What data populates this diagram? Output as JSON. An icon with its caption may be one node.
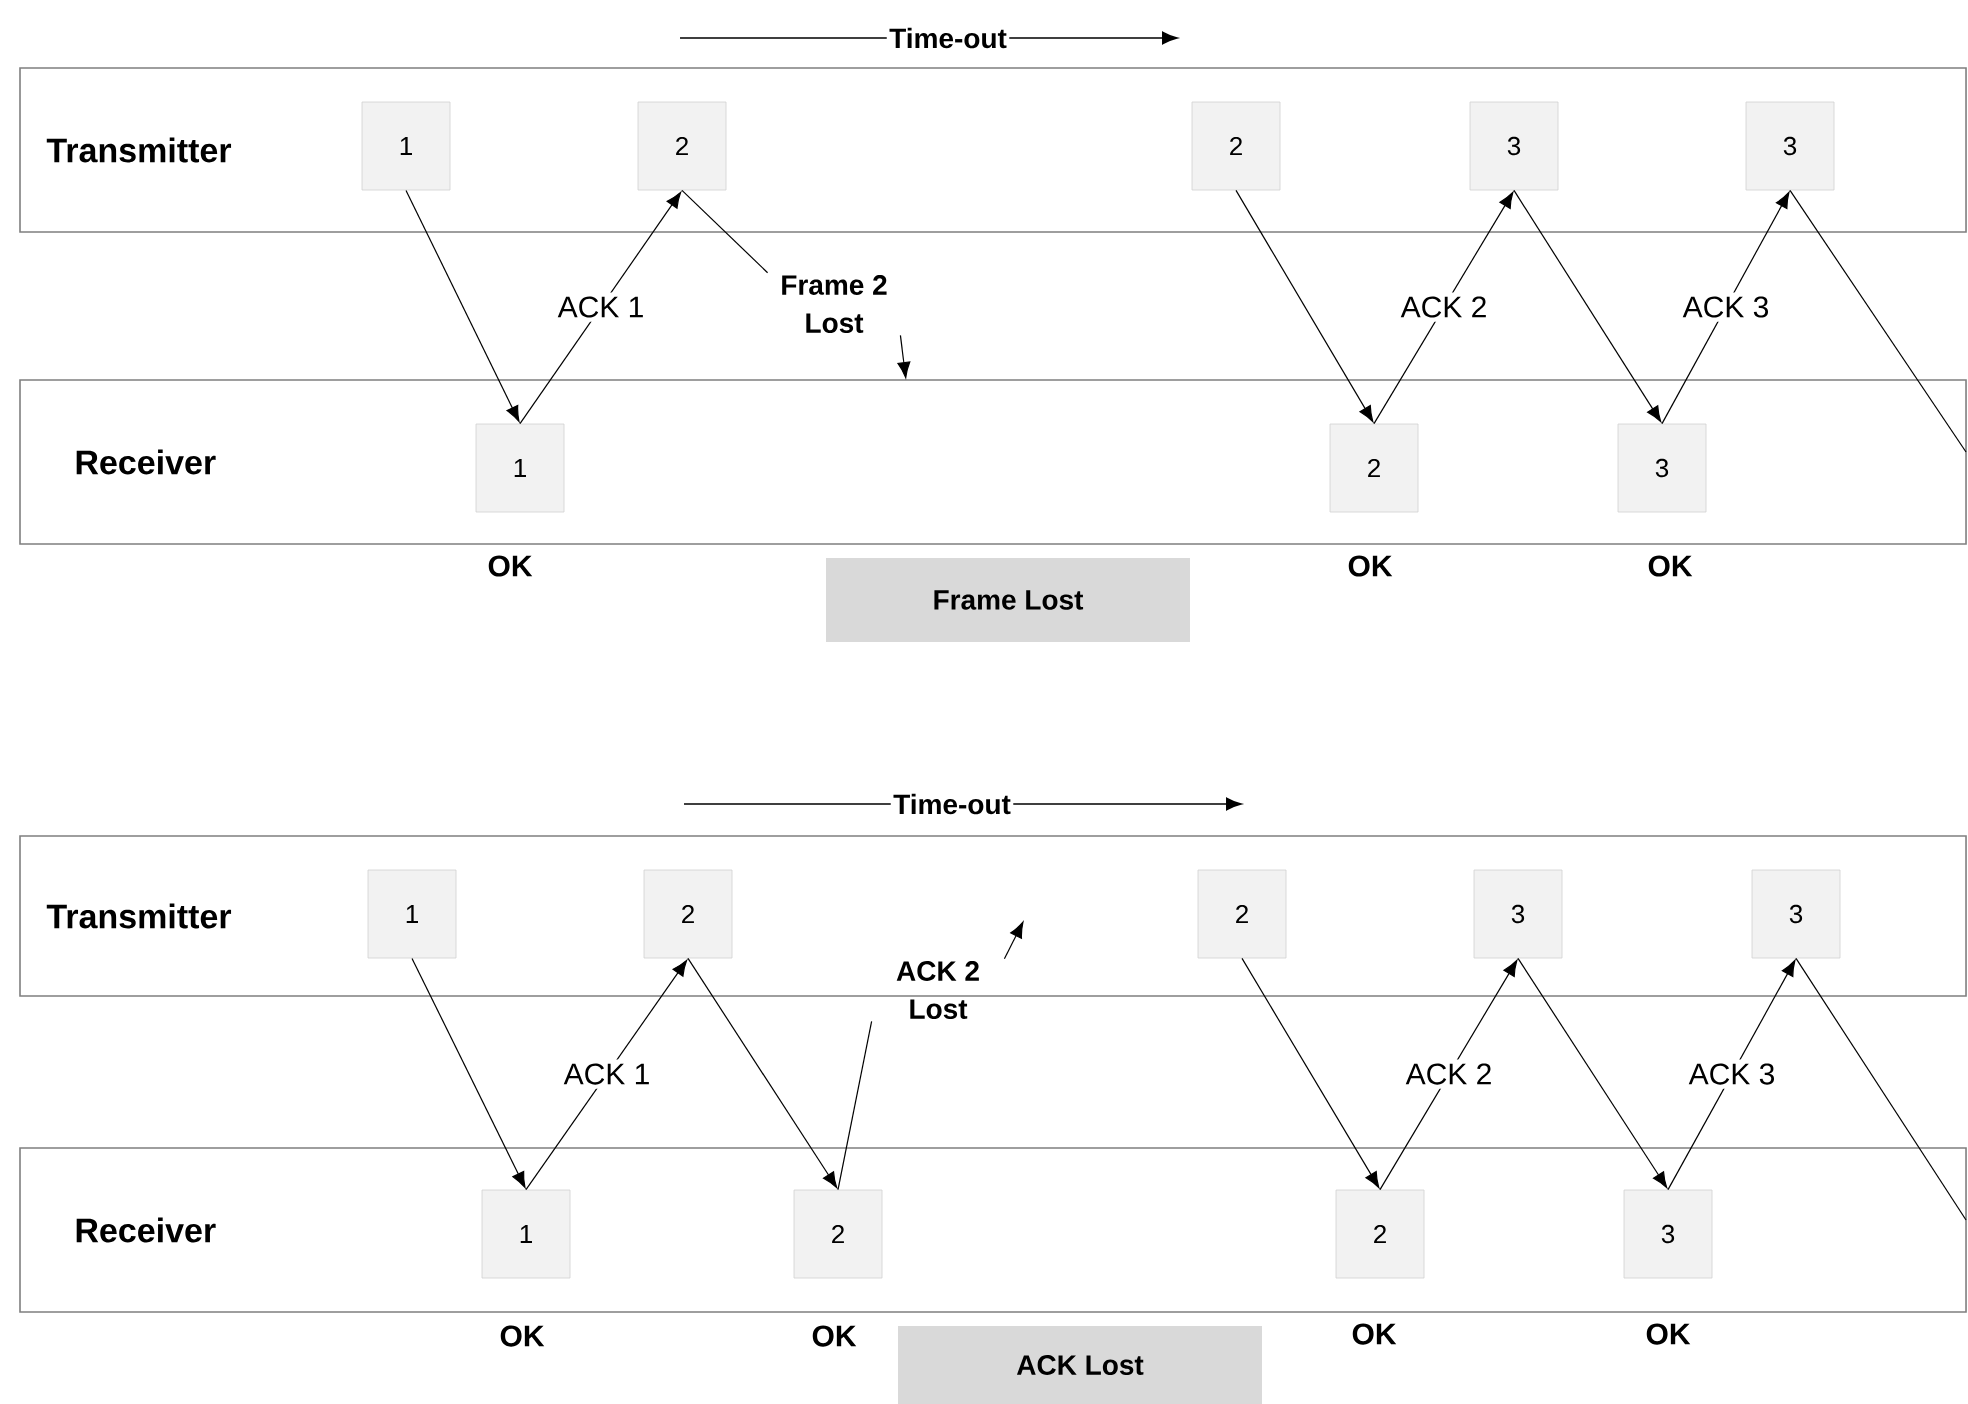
{
  "diagram": {
    "nodes": [
      {
        "text": [
          "Transmitter"
        ]
      },
      {
        "text": [
          "1"
        ],
        "in": 0
      },
      {
        "text": [
          "2"
        ],
        "in": 0
      },
      {
        "text": [
          "2"
        ],
        "in": 0
      },
      {
        "text": [
          "3"
        ],
        "in": 0
      },
      {
        "text": [
          "3"
        ],
        "in": 0
      },
      {
        "text": [
          "Receiver"
        ]
      },
      {
        "text": [
          "1"
        ],
        "in": 6,
        "beside": [
          "OK"
        ]
      },
      {
        "text": [
          "2"
        ],
        "in": 6,
        "beside": [
          "OK"
        ]
      },
      {
        "text": [
          "3"
        ],
        "in": 6,
        "beside": [
          "OK"
        ]
      },
      {
        "text": [
          "Frame 2 Lost"
        ]
      },
      {
        "text": [
          "Frame Lost"
        ]
      },
      {
        "text": [
          "Transmitter"
        ]
      },
      {
        "text": [
          "1"
        ],
        "in": 12
      },
      {
        "text": [
          "2"
        ],
        "in": 12
      },
      {
        "text": [
          "2"
        ],
        "in": 12
      },
      {
        "text": [
          "3"
        ],
        "in": 12
      },
      {
        "text": [
          "3"
        ],
        "in": 12
      },
      {
        "text": [
          "Receiver"
        ]
      },
      {
        "text": [
          "1"
        ],
        "in": 18,
        "beside": [
          "OK"
        ]
      },
      {
        "text": [
          "2"
        ],
        "in": 18,
        "beside": [
          "OK"
        ]
      },
      {
        "text": [
          "2"
        ],
        "in": 18,
        "beside": [
          "OK"
        ]
      },
      {
        "text": [
          "3"
        ],
        "in": 18,
        "beside": [
          "OK"
        ]
      },
      {
        "text": [
          "ACK 2 Lost"
        ]
      },
      {
        "text": [
          "ACK Lost"
        ]
      }
    ],
    "edges": [
      {
        "from": 1,
        "to": 7,
        "arrow": "to"
      },
      {
        "from": 7,
        "to": 2,
        "arrow": "to",
        "label": "ACK 1"
      },
      {
        "from": 2,
        "to": 10,
        "arrow": "none"
      },
      {
        "from": 10,
        "to": 6,
        "arrow": "to"
      },
      {
        "from": 3,
        "to": 8,
        "arrow": "to"
      },
      {
        "from": 8,
        "to": 4,
        "arrow": "to",
        "label": "ACK 2"
      },
      {
        "from": 4,
        "to": 9,
        "arrow": "to"
      },
      {
        "from": 9,
        "to": 5,
        "arrow": "to",
        "label": "ACK 3"
      },
      {
        "from": 5,
        "to": 6,
        "arrow": "none"
      },
      {
        "from": 13,
        "to": 19,
        "arrow": "to"
      },
      {
        "from": 19,
        "to": 14,
        "arrow": "to",
        "label": "ACK 1"
      },
      {
        "from": 14,
        "to": 20,
        "arrow": "to"
      },
      {
        "from": 20,
        "to": 23,
        "arrow": "none"
      },
      {
        "from": 23,
        "to": null,
        "arrow": "to"
      },
      {
        "from": 15,
        "to": 21,
        "arrow": "to"
      },
      {
        "from": 21,
        "to": 16,
        "arrow": "to",
        "label": "ACK 2"
      },
      {
        "from": 16,
        "to": 22,
        "arrow": "to"
      },
      {
        "from": 22,
        "to": 17,
        "arrow": "to",
        "label": "ACK 3"
      },
      {
        "from": 17,
        "to": 18,
        "arrow": "none"
      }
    ],
    "labels": [
      "Time-out",
      "Time-out"
    ]
  }
}
